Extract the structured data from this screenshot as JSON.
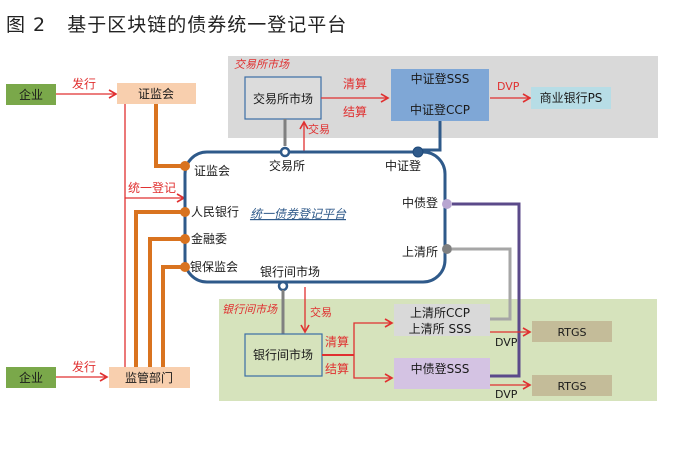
{
  "figure": {
    "number": "图 2",
    "title": "基于区块链的债券统一登记平台"
  },
  "regions": {
    "exchange_market": "交易所市场",
    "interbank_market": "银行间市场"
  },
  "nodes": {
    "enterprise_top": "企业",
    "enterprise_bottom": "企业",
    "csrc": "证监会",
    "regulators": "监管部门",
    "exchange_market_box": "交易所市场",
    "csdc_sss": "中证登SSS",
    "csdc_ccp": "中证登CCP",
    "commercial_bank_ps": "商业银行PS",
    "interbank_market_box": "银行间市场",
    "shch_ccp": "上清所CCP",
    "shch_sss": "上清所 SSS",
    "ccdc_sss": "中债登SSS",
    "rtgs_1": "RTGS",
    "rtgs_2": "RTGS"
  },
  "platform": {
    "name": "统一债券登记平台",
    "ports": {
      "csrc": "证监会",
      "pboc": "人民银行",
      "fin_committee": "金融委",
      "cbirc": "银保监会",
      "exchange": "交易所",
      "csdc": "中证登",
      "ccdc": "中债登",
      "shch": "上清所",
      "interbank": "银行间市场"
    }
  },
  "edges": {
    "issue_top": "发行",
    "issue_bottom": "发行",
    "unified_registration": "统一登记",
    "clearing_ex": "清算",
    "settlement_ex": "结算",
    "trade_ex": "交易",
    "dvp_ex": "DVP",
    "trade_ib": "交易",
    "clearing_ib": "清算",
    "settlement_ib": "结算",
    "dvp_ib_1": "DVP",
    "dvp_ib_2": "DVP"
  },
  "colors": {
    "exchange_region": "#d9d9d9",
    "interbank_region": "#d6e3bc",
    "platform_border": "#2f5a8a",
    "enterprise": "#7aa84a",
    "regulator": "#f8cfae",
    "orange_line": "#d9731f",
    "red_arrow": "#e03030",
    "csdc_box": "#7fa7d6",
    "ps_box": "#b7dde6",
    "shch_box": "#d9d9d9",
    "ccdc_box": "#d4c3e3",
    "rtgs_box": "#c4bc99",
    "purple_line": "#5b4a8a",
    "gray_line": "#a6a6a6"
  }
}
